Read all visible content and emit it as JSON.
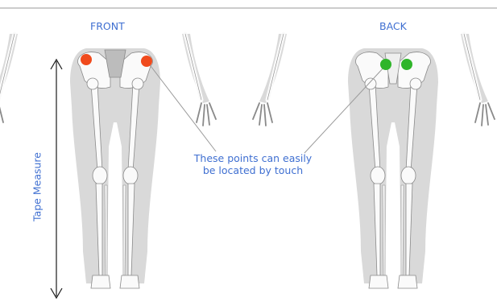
{
  "labels": {
    "front": "FRONT",
    "back": "BACK",
    "note_line1": "These points can easily",
    "note_line2": "be located by touch",
    "tape": "Tape Measure"
  },
  "colors": {
    "text": "#3f6fd1",
    "front_points": "#f04a1c",
    "back_points": "#2fb52a",
    "skin": "#d9d9d9",
    "bone": "#fafafa",
    "bone_stroke": "#8a8a8a",
    "rule": "#9a9a9a"
  }
}
